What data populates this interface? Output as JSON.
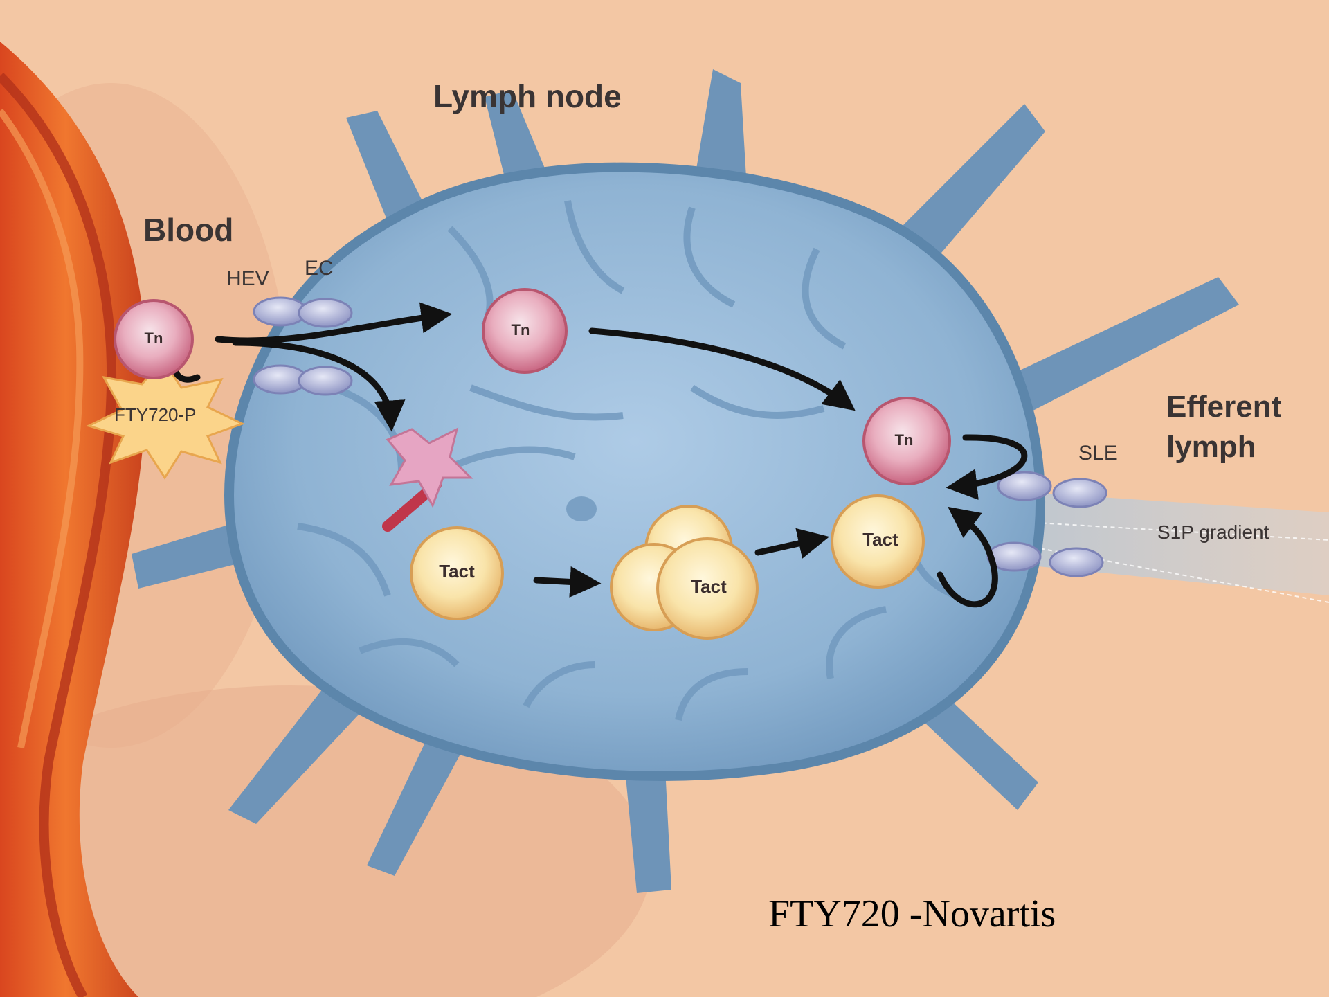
{
  "diagram": {
    "labels": {
      "lymph_node": "Lymph node",
      "blood": "Blood",
      "hev": "HEV",
      "ec": "EC",
      "fty720p": "FTY720-P",
      "efferent_line1": "Efferent",
      "efferent_line2": "lymph",
      "sle": "SLE",
      "s1p_gradient": "S1P gradient",
      "caption": "FTY720 -Novartis"
    },
    "cells": {
      "tn_blood": "Tn",
      "tn_node": "Tn",
      "tn_exit": "Tn",
      "tact_left": "Tact",
      "tact_cluster": "Tact",
      "tact_exit": "Tact"
    },
    "colors": {
      "background": "#f3c7a4",
      "vessel": "#e8542a",
      "lymph_node": "#8fb3d3",
      "node_border": "#5c86ab",
      "naive_cell": "#d98aa3",
      "activated_cell": "#f7e0a0",
      "endothelial_cell": "#aeb3d6",
      "arrow": "#111111"
    }
  }
}
